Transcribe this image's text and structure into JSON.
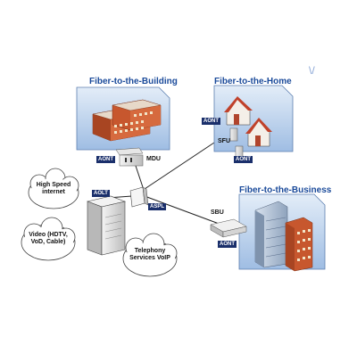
{
  "panels": {
    "building": {
      "title": "Fiber-to-the-Building"
    },
    "home": {
      "title": "Fiber-to-the-Home"
    },
    "business": {
      "title": "Fiber-to-the-Business"
    }
  },
  "devices": {
    "mdu": "MDU",
    "sfu": "SFU",
    "sbu": "SBU",
    "aolt": "AOLT",
    "aspl": "ASPL"
  },
  "tags": {
    "aont_building": "AONT",
    "aont_home_top": "AONT",
    "aont_home_bottom": "AONT",
    "aont_business": "AONT"
  },
  "clouds": {
    "internet": "High Speed internet",
    "video": "Video (HDTV, VoD, Cable)",
    "telephony": "Telephony Services VoIP"
  },
  "watermark": "\\/",
  "colors": {
    "title": "#1a4a9a",
    "tag_bg": "#1a2f6b",
    "panel_top": "#dce8f5",
    "panel_bottom": "#aac4e6",
    "brick": "#c7572e",
    "roof": "#b84a2a"
  }
}
